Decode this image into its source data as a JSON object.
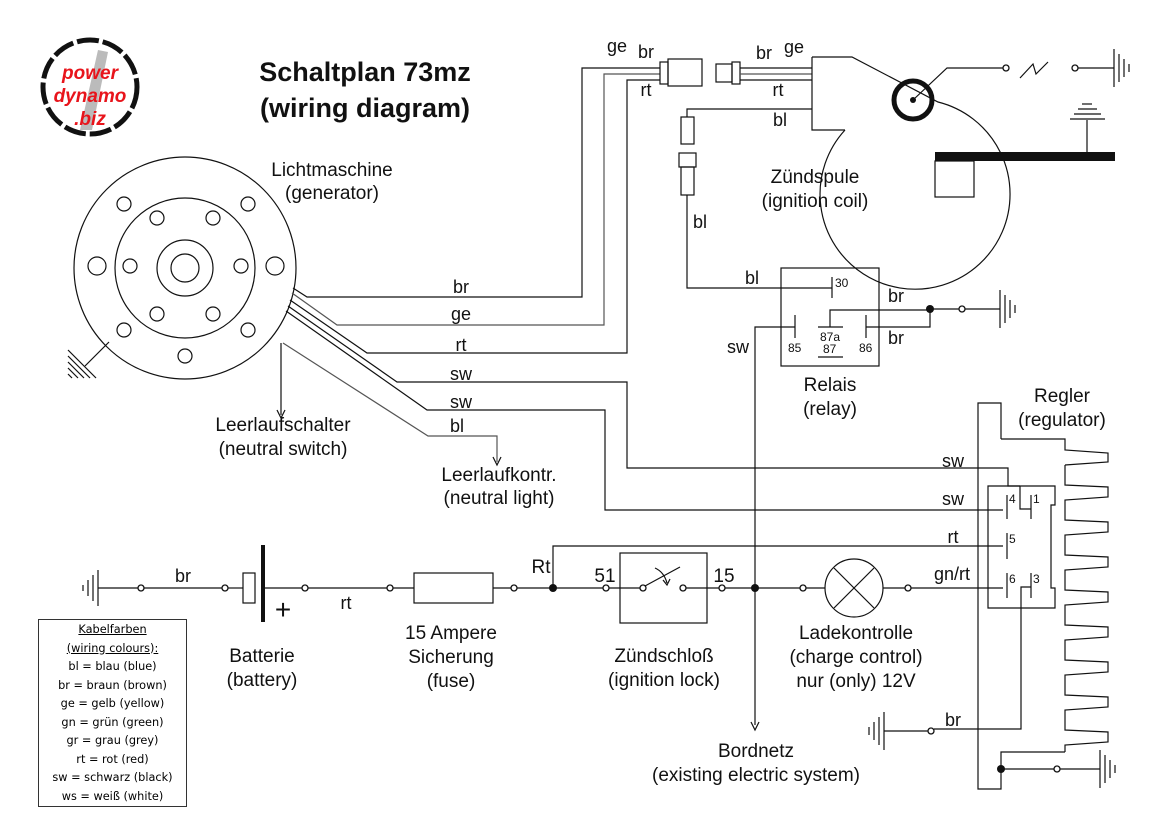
{
  "title": {
    "line1": "Schaltplan 73mz",
    "line2": "(wiring diagram)"
  },
  "logo": {
    "line1": "power",
    "line2": "dynamo",
    "line3": ".biz",
    "color": "#e8141b"
  },
  "components": {
    "generator": {
      "name": "Lichtmaschine",
      "en": "(generator)"
    },
    "ignition_coil": {
      "name": "Zündspule",
      "en": "(ignition coil)"
    },
    "relay": {
      "name": "Relais",
      "en": "(relay)",
      "pins": [
        "30",
        "85",
        "87a",
        "87",
        "86"
      ]
    },
    "regulator": {
      "name": "Regler",
      "en": "(regulator)",
      "pins": [
        "4",
        "1",
        "5",
        "6",
        "3"
      ]
    },
    "neutral_switch": {
      "name": "Leerlaufschalter",
      "en": "(neutral switch)"
    },
    "neutral_light": {
      "name": "Leerlaufkontr.",
      "en": "(neutral light)"
    },
    "battery": {
      "name": "Batterie",
      "en": "(battery)",
      "plus": "+"
    },
    "fuse": {
      "line1": "15 Ampere",
      "line2": "Sicherung",
      "line3": "(fuse)"
    },
    "ignition_lock": {
      "name": "Zündschloß",
      "en": "(ignition lock)",
      "pin_in": "51",
      "pin_out": "15"
    },
    "charge_control": {
      "name": "Ladekontrolle",
      "en": "(charge control)",
      "note": "nur (only) 12V"
    },
    "bordnetz": {
      "name": "Bordnetz",
      "en": "(existing electric system)"
    }
  },
  "wires": {
    "gen_br": "br",
    "gen_ge": "ge",
    "gen_rt": "rt",
    "gen_sw1": "sw",
    "gen_sw2": "sw",
    "gen_bl": "bl",
    "conn_ge": "ge",
    "conn_br": "br",
    "conn_rt": "rt",
    "coil_br": "br",
    "coil_ge": "ge",
    "coil_rt": "rt",
    "coil_bl": "bl",
    "bl_down": "bl",
    "relay_bl": "bl",
    "relay_sw": "sw",
    "relay_br1": "br",
    "relay_br2": "br",
    "reg_sw1": "sw",
    "reg_sw2": "sw",
    "reg_rt": "rt",
    "reg_gnrt": "gn/rt",
    "reg_br": "br",
    "bat_br": "br",
    "bat_rt": "rt",
    "fuse_Rt": "Rt"
  },
  "legend": {
    "title": "Kabelfarben",
    "subtitle": "(wiring colours):",
    "items": [
      "bl = blau (blue)",
      "br = braun (brown)",
      "ge = gelb (yellow)",
      "gn = grün (green)",
      "gr = grau (grey)",
      "rt = rot (red)",
      "sw = schwarz (black)",
      "ws = weiß (white)"
    ]
  }
}
